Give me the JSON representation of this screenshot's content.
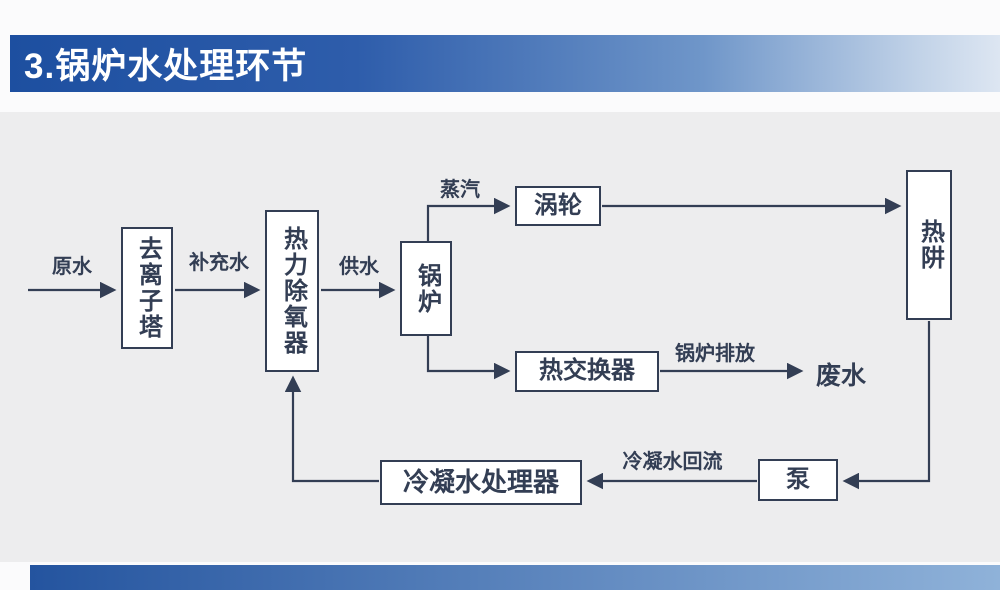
{
  "header": {
    "title": "3.锅炉水处理环节"
  },
  "diagram": {
    "nodes": {
      "deionizer": "去离子塔",
      "deaerator": "热力除氧器",
      "boiler": "锅炉",
      "turbine": "涡轮",
      "heat_sink": "热阱",
      "heat_exchanger": "热交换器",
      "condensate_processor": "冷凝水处理器",
      "pump": "泵"
    },
    "flow_labels": {
      "raw_water": "原水",
      "makeup_water": "补充水",
      "feed_water": "供水",
      "steam": "蒸汽",
      "boiler_blowdown": "锅炉排放",
      "waste_water": "废水",
      "condensate_return": "冷凝水回流"
    }
  },
  "colors": {
    "line": "#333e54",
    "box_border": "#333e54",
    "box_fill": "#ffffff",
    "canvas_bg": "#ededee",
    "header_gradient_start": "#1d4fa0",
    "header_gradient_end": "#dde6f2",
    "footer_gradient_start": "#24549f",
    "footer_gradient_end": "#8fb2d9",
    "title_text": "#ffffff"
  }
}
